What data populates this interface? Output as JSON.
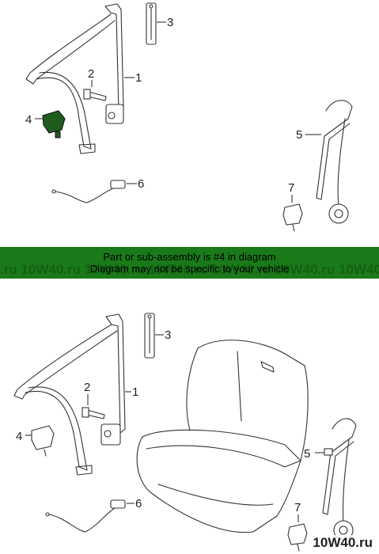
{
  "callouts": {
    "one": "1",
    "two": "2",
    "three": "3",
    "four": "4",
    "five": "5",
    "six": "6",
    "seven": "7"
  },
  "banner": {
    "line1": "Part or sub-assembly is #4 in diagram",
    "line2": "Diagram may not be specific to your vehicle",
    "watermark": ".ru 10W40.ru 10W40.ru 10W40.ru 10W40.ru 10W40.ru 10W40.ru 10W40.ru 10W40.ru"
  },
  "corner_watermark": "10W40.ru",
  "colors": {
    "banner_bg": "#1a7a1a",
    "highlight_part": "#1f5c1f",
    "line": "#333333"
  }
}
